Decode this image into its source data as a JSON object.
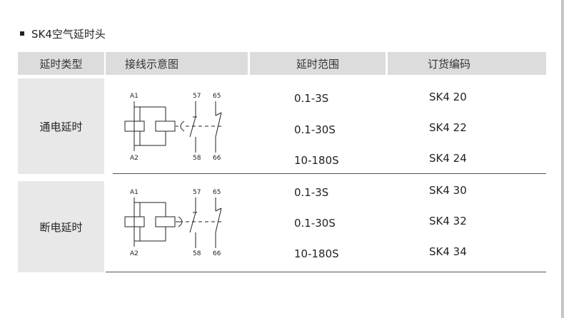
{
  "title": "SK4空气延时头",
  "headers": {
    "type": "延时类型",
    "diagram": "接线示意图",
    "range": "延时范围",
    "code": "订货编码"
  },
  "rows": [
    {
      "type": "通电延时",
      "diagram_labels": {
        "a1": "A1",
        "a2": "A2",
        "t1": "57",
        "t2": "65",
        "b1": "58",
        "b2": "66"
      },
      "ranges": [
        "0.1-3S",
        "0.1-30S",
        "10-180S"
      ],
      "codes": [
        "SK4 20",
        "SK4 22",
        "SK4 24"
      ]
    },
    {
      "type": "断电延时",
      "diagram_labels": {
        "a1": "A1",
        "a2": "A2",
        "t1": "57",
        "t2": "65",
        "b1": "58",
        "b2": "66"
      },
      "ranges": [
        "0.1-3S",
        "0.1-30S",
        "10-180S"
      ],
      "codes": [
        "SK4 30",
        "SK4 32",
        "SK4 34"
      ]
    }
  ]
}
